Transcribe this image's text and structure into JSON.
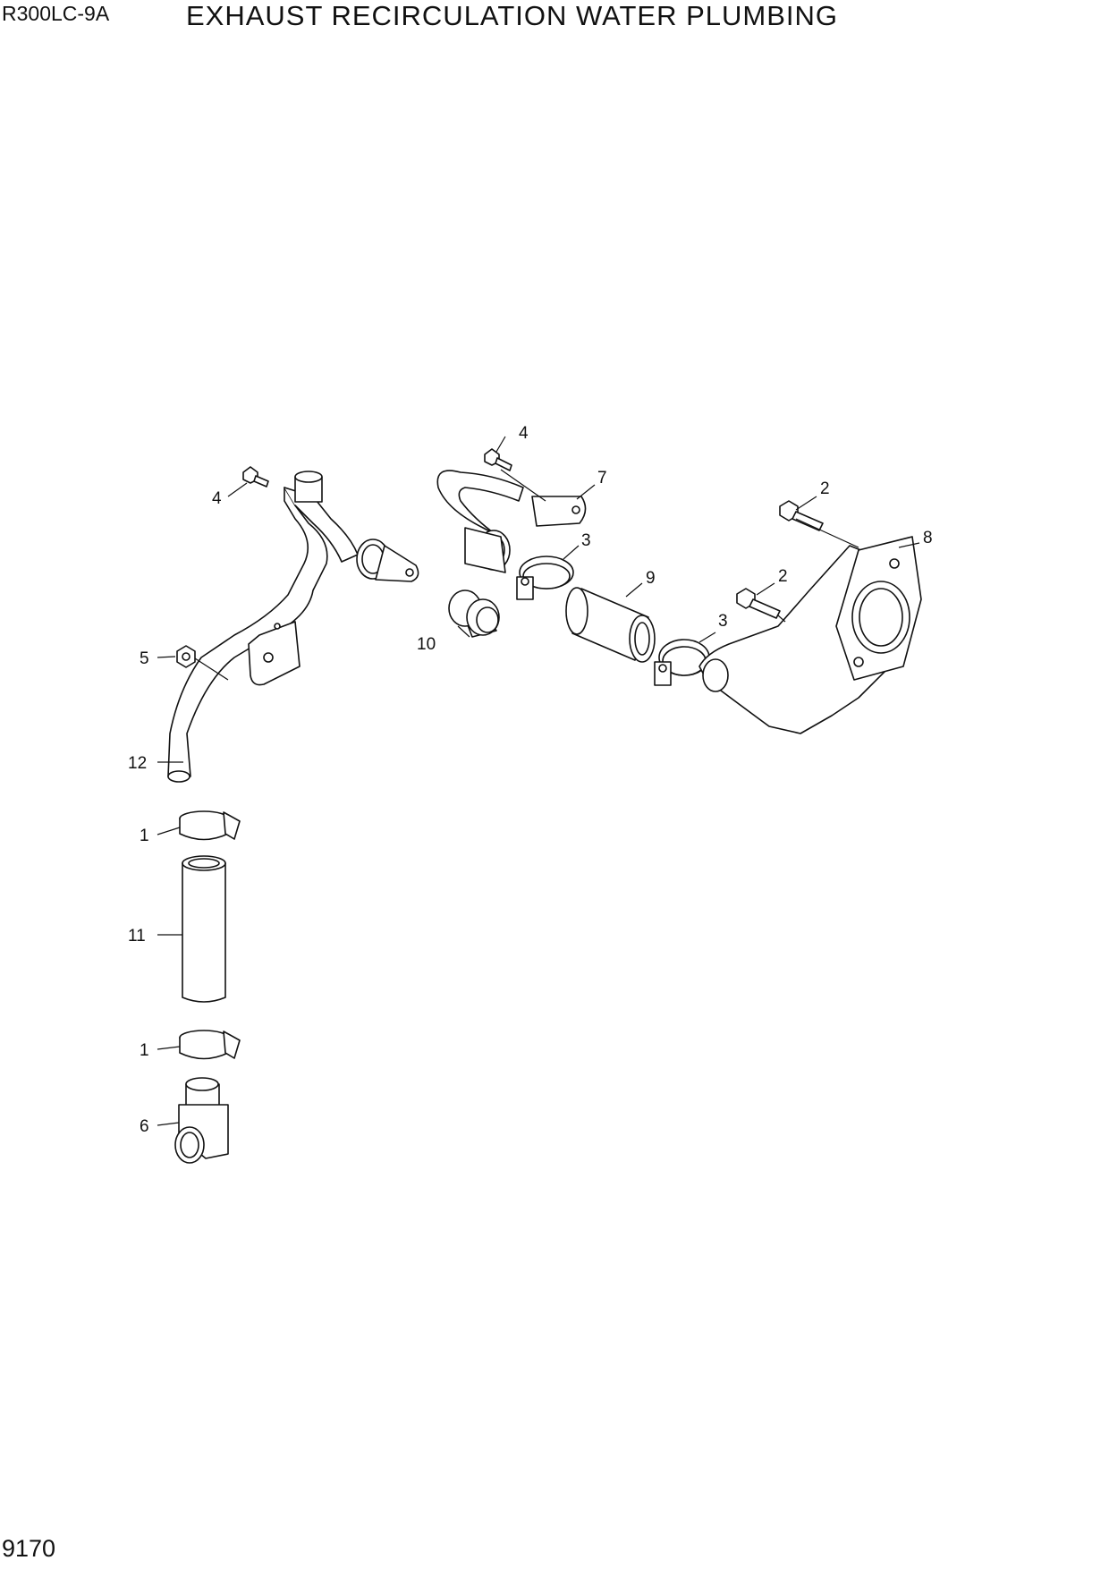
{
  "header": {
    "model": "R300LC-9A",
    "title": "EXHAUST RECIRCULATION WATER PLUMBING"
  },
  "footer": {
    "page_number": "9170"
  },
  "callouts": {
    "c1a": "1",
    "c1b": "1",
    "c2a": "2",
    "c2b": "2",
    "c3a": "3",
    "c3b": "3",
    "c4a": "4",
    "c4b": "4",
    "c5": "5",
    "c6": "6",
    "c7": "7",
    "c8": "8",
    "c9": "9",
    "c10": "10",
    "c11": "11",
    "c12": "12"
  }
}
